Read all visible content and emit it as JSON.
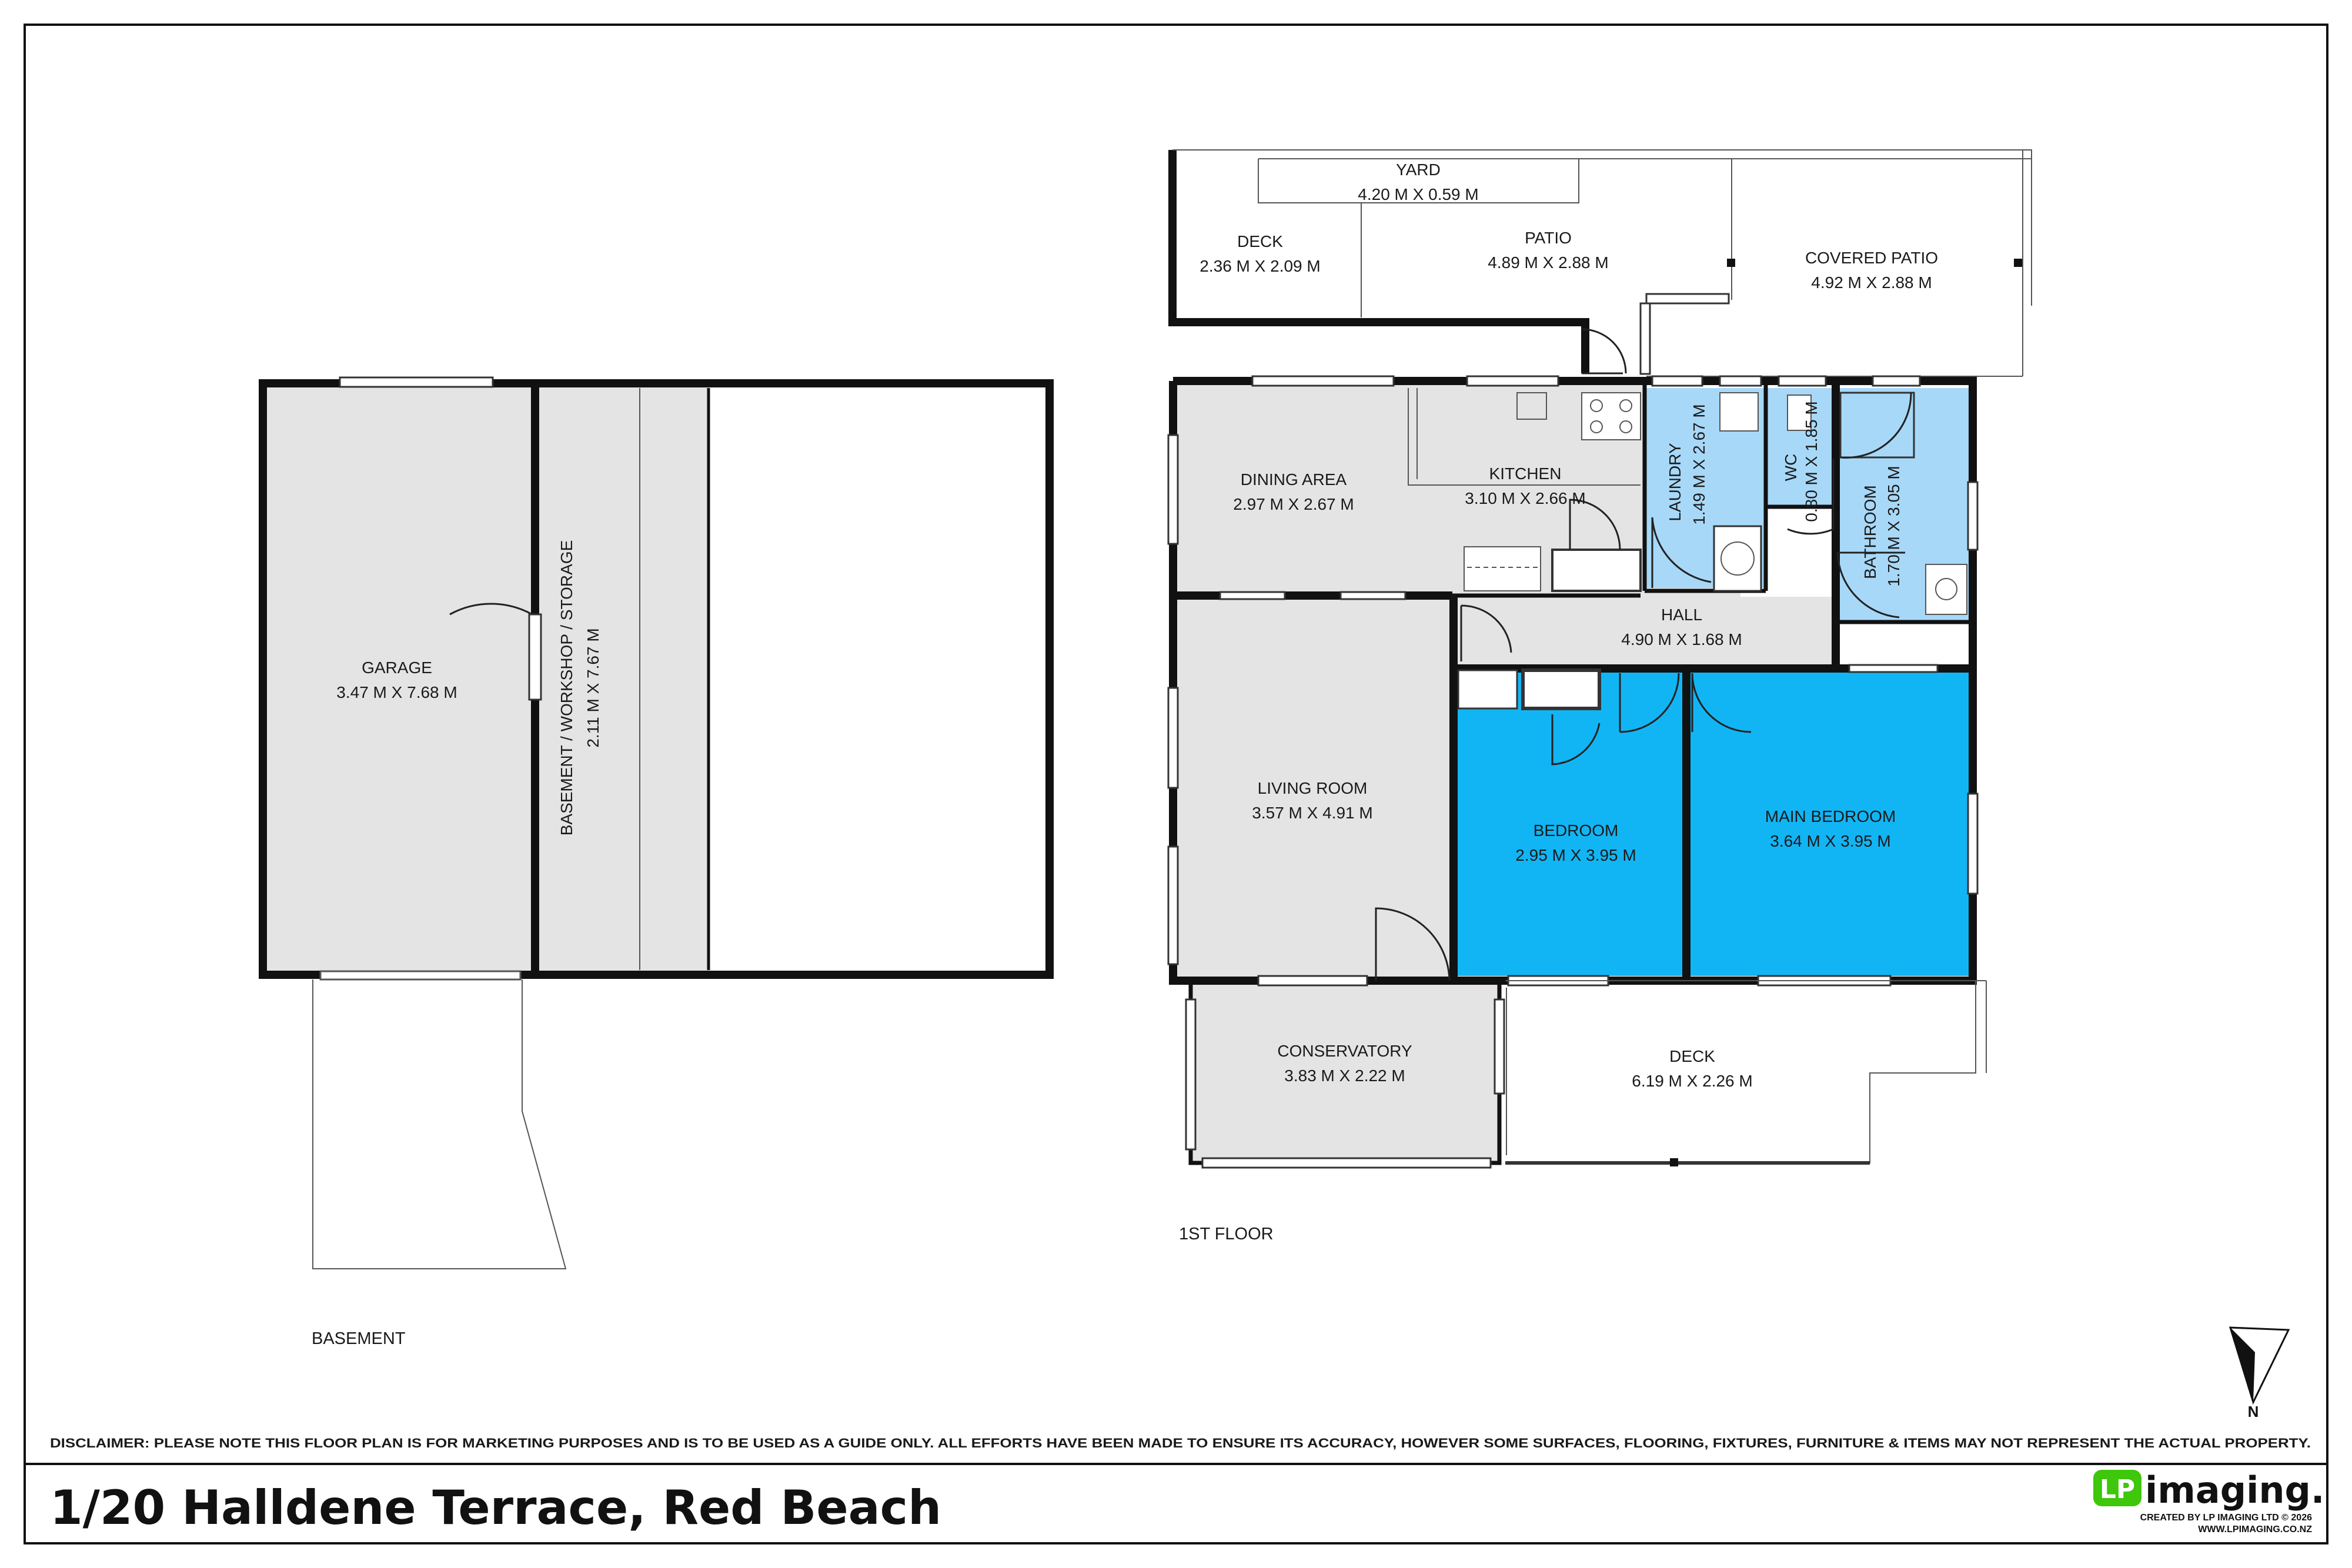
{
  "colors": {
    "room_grey": "#e4e4e4",
    "wet_area_blue": "#a7d8f8",
    "bedroom_blue": "#12b5f4",
    "wall": "#111111",
    "brand_green": "#3ec70b"
  },
  "floors": {
    "basement": "BASEMENT",
    "first": "1ST FLOOR"
  },
  "rooms": {
    "garage": {
      "name": "GARAGE",
      "size": "3.47 M X 7.68 M"
    },
    "basement_storage": {
      "name": "BASEMENT / WORKSHOP / STORAGE",
      "size": "2.11 M X 7.67 M"
    },
    "yard": {
      "name": "YARD",
      "size": "4.20 M X 0.59 M"
    },
    "deck_top": {
      "name": "DECK",
      "size": "2.36 M X 2.09 M"
    },
    "patio": {
      "name": "PATIO",
      "size": "4.89 M X 2.88 M"
    },
    "covered_patio": {
      "name": "COVERED PATIO",
      "size": "4.92 M X 2.88 M"
    },
    "dining": {
      "name": "DINING AREA",
      "size": "2.97 M X 2.67 M"
    },
    "kitchen": {
      "name": "KITCHEN",
      "size": "3.10 M X 2.66 M"
    },
    "laundry": {
      "name": "LAUNDRY",
      "size": "1.49 M X 2.67 M"
    },
    "wc": {
      "name": "WC",
      "size": "0.80 M X 1.85 M"
    },
    "bathroom": {
      "name": "BATHROOM",
      "size": "1.70 M X 3.05 M"
    },
    "hall": {
      "name": "HALL",
      "size": "4.90 M X 1.68 M"
    },
    "living": {
      "name": "LIVING ROOM",
      "size": "3.57 M X 4.91 M"
    },
    "bedroom": {
      "name": "BEDROOM",
      "size": "2.95 M X 3.95 M"
    },
    "main_bedroom": {
      "name": "MAIN BEDROOM",
      "size": "3.64 M X 3.95 M"
    },
    "conservatory": {
      "name": "CONSERVATORY",
      "size": "3.83 M X 2.22 M"
    },
    "deck_bottom": {
      "name": "DECK",
      "size": "6.19 M X 2.26 M"
    }
  },
  "compass": {
    "label": "N"
  },
  "disclaimer": "DISCLAIMER: PLEASE NOTE THIS FLOOR PLAN IS FOR MARKETING PURPOSES AND IS TO BE USED AS A GUIDE ONLY. ALL EFFORTS HAVE BEEN MADE TO ENSURE ITS ACCURACY, HOWEVER SOME SURFACES, FLOORING, FIXTURES, FURNITURE & ITEMS MAY NOT REPRESENT THE ACTUAL PROPERTY.",
  "address": "1/20 Halldene Terrace, Red Beach",
  "brand": {
    "logo_mark": "LP",
    "name": "imaging.",
    "credit_line1": "CREATED BY LP IMAGING LTD © 2026",
    "credit_line2": "WWW.LPIMAGING.CO.NZ"
  }
}
